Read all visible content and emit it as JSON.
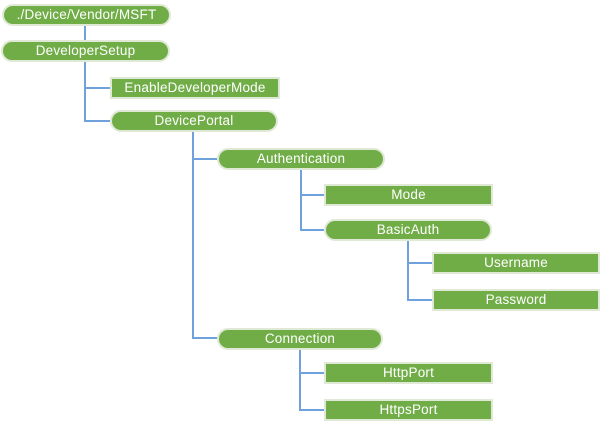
{
  "colors": {
    "node_fill": "#70AD47",
    "node_border": "#DFE9D5",
    "node_text": "#FFFFFF",
    "connector": "#6FA2DC",
    "background": "#FFFFFF"
  },
  "nodes": {
    "msft": {
      "label": "./Device/Vendor/MSFT",
      "shape": "rounded"
    },
    "developer_setup": {
      "label": "DeveloperSetup",
      "shape": "rounded"
    },
    "enable_developer_mode": {
      "label": "EnableDeveloperMode",
      "shape": "rectangle"
    },
    "device_portal": {
      "label": "DevicePortal",
      "shape": "rounded"
    },
    "authentication": {
      "label": "Authentication",
      "shape": "rounded"
    },
    "mode": {
      "label": "Mode",
      "shape": "rectangle"
    },
    "basic_auth": {
      "label": "BasicAuth",
      "shape": "rounded"
    },
    "username": {
      "label": "Username",
      "shape": "rectangle"
    },
    "password": {
      "label": "Password",
      "shape": "rectangle"
    },
    "connection": {
      "label": "Connection",
      "shape": "rounded"
    },
    "http_port": {
      "label": "HttpPort",
      "shape": "rectangle"
    },
    "https_port": {
      "label": "HttpsPort",
      "shape": "rectangle"
    }
  },
  "hierarchy": {
    "./Device/Vendor/MSFT": {
      "DeveloperSetup": {
        "EnableDeveloperMode": {},
        "DevicePortal": {
          "Authentication": {
            "Mode": {},
            "BasicAuth": {
              "Username": {},
              "Password": {}
            }
          },
          "Connection": {
            "HttpPort": {},
            "HttpsPort": {}
          }
        }
      }
    }
  }
}
